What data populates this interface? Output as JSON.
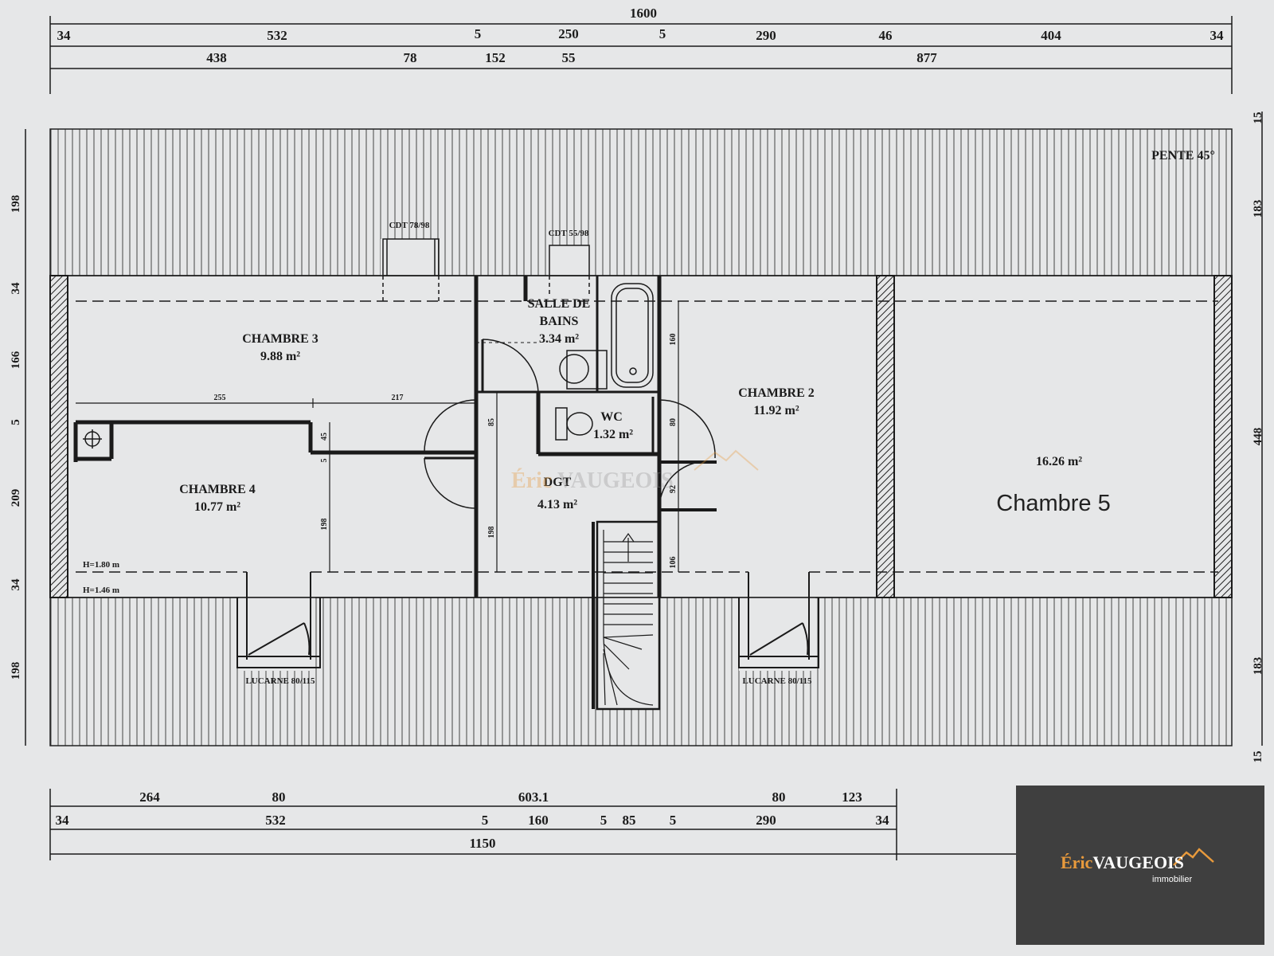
{
  "top_dims": {
    "total": "1600",
    "row1": [
      "34",
      "532",
      "5",
      "250",
      "5",
      "290",
      "46",
      "404",
      "34"
    ],
    "row2": [
      "438",
      "78",
      "152",
      "55",
      "877"
    ]
  },
  "bottom_dims": {
    "row1": [
      "264",
      "80",
      "603.1",
      "80",
      "123"
    ],
    "row2": [
      "34",
      "532",
      "5",
      "160",
      "5",
      "85",
      "5",
      "290",
      "34"
    ],
    "total": "1150"
  },
  "left_dims": [
    "198",
    "34",
    "166",
    "5",
    "209",
    "34",
    "198"
  ],
  "right_dims": [
    "15",
    "183",
    "448",
    "183",
    "15"
  ],
  "inner_dims": [
    "255",
    "217",
    "45",
    "5",
    "198",
    "85",
    "198",
    "160",
    "80",
    "92",
    "106"
  ],
  "rooms": {
    "chambre3": {
      "name": "CHAMBRE 3",
      "area": "9.88 m²"
    },
    "sdb": {
      "name1": "SALLE DE",
      "name2": "BAINS",
      "area": "3.34 m²"
    },
    "chambre2": {
      "name": "CHAMBRE 2",
      "area": "11.92 m²"
    },
    "chambre4": {
      "name": "CHAMBRE 4",
      "area": "10.77 m²"
    },
    "wc": {
      "name": "WC",
      "area": "1.32 m²"
    },
    "dgt": {
      "name": "DGT",
      "area": "4.13 m²"
    },
    "chambre5": {
      "name": "Chambre 5",
      "area": "16.26 m²"
    }
  },
  "labels": {
    "pente": "PENTE 45°",
    "cdt1": "CDT 78/98",
    "cdt2": "CDT 55/98",
    "h1": "H=1.80 m",
    "h2": "H=1.46 m",
    "lucarne1": "LUCARNE 80/115",
    "lucarne2": "LUCARNE 80/115"
  },
  "watermark": {
    "first": "Éric",
    "last": "VAUGEOIS"
  },
  "logo": {
    "first": "Éric",
    "last": "VAUGEOIS",
    "sub": "immobilier"
  },
  "colors": {
    "background": "#e6e7e8",
    "ink": "#1a1a1a",
    "logo_bg": "#3f3f3f",
    "accent": "#e89a3c"
  }
}
